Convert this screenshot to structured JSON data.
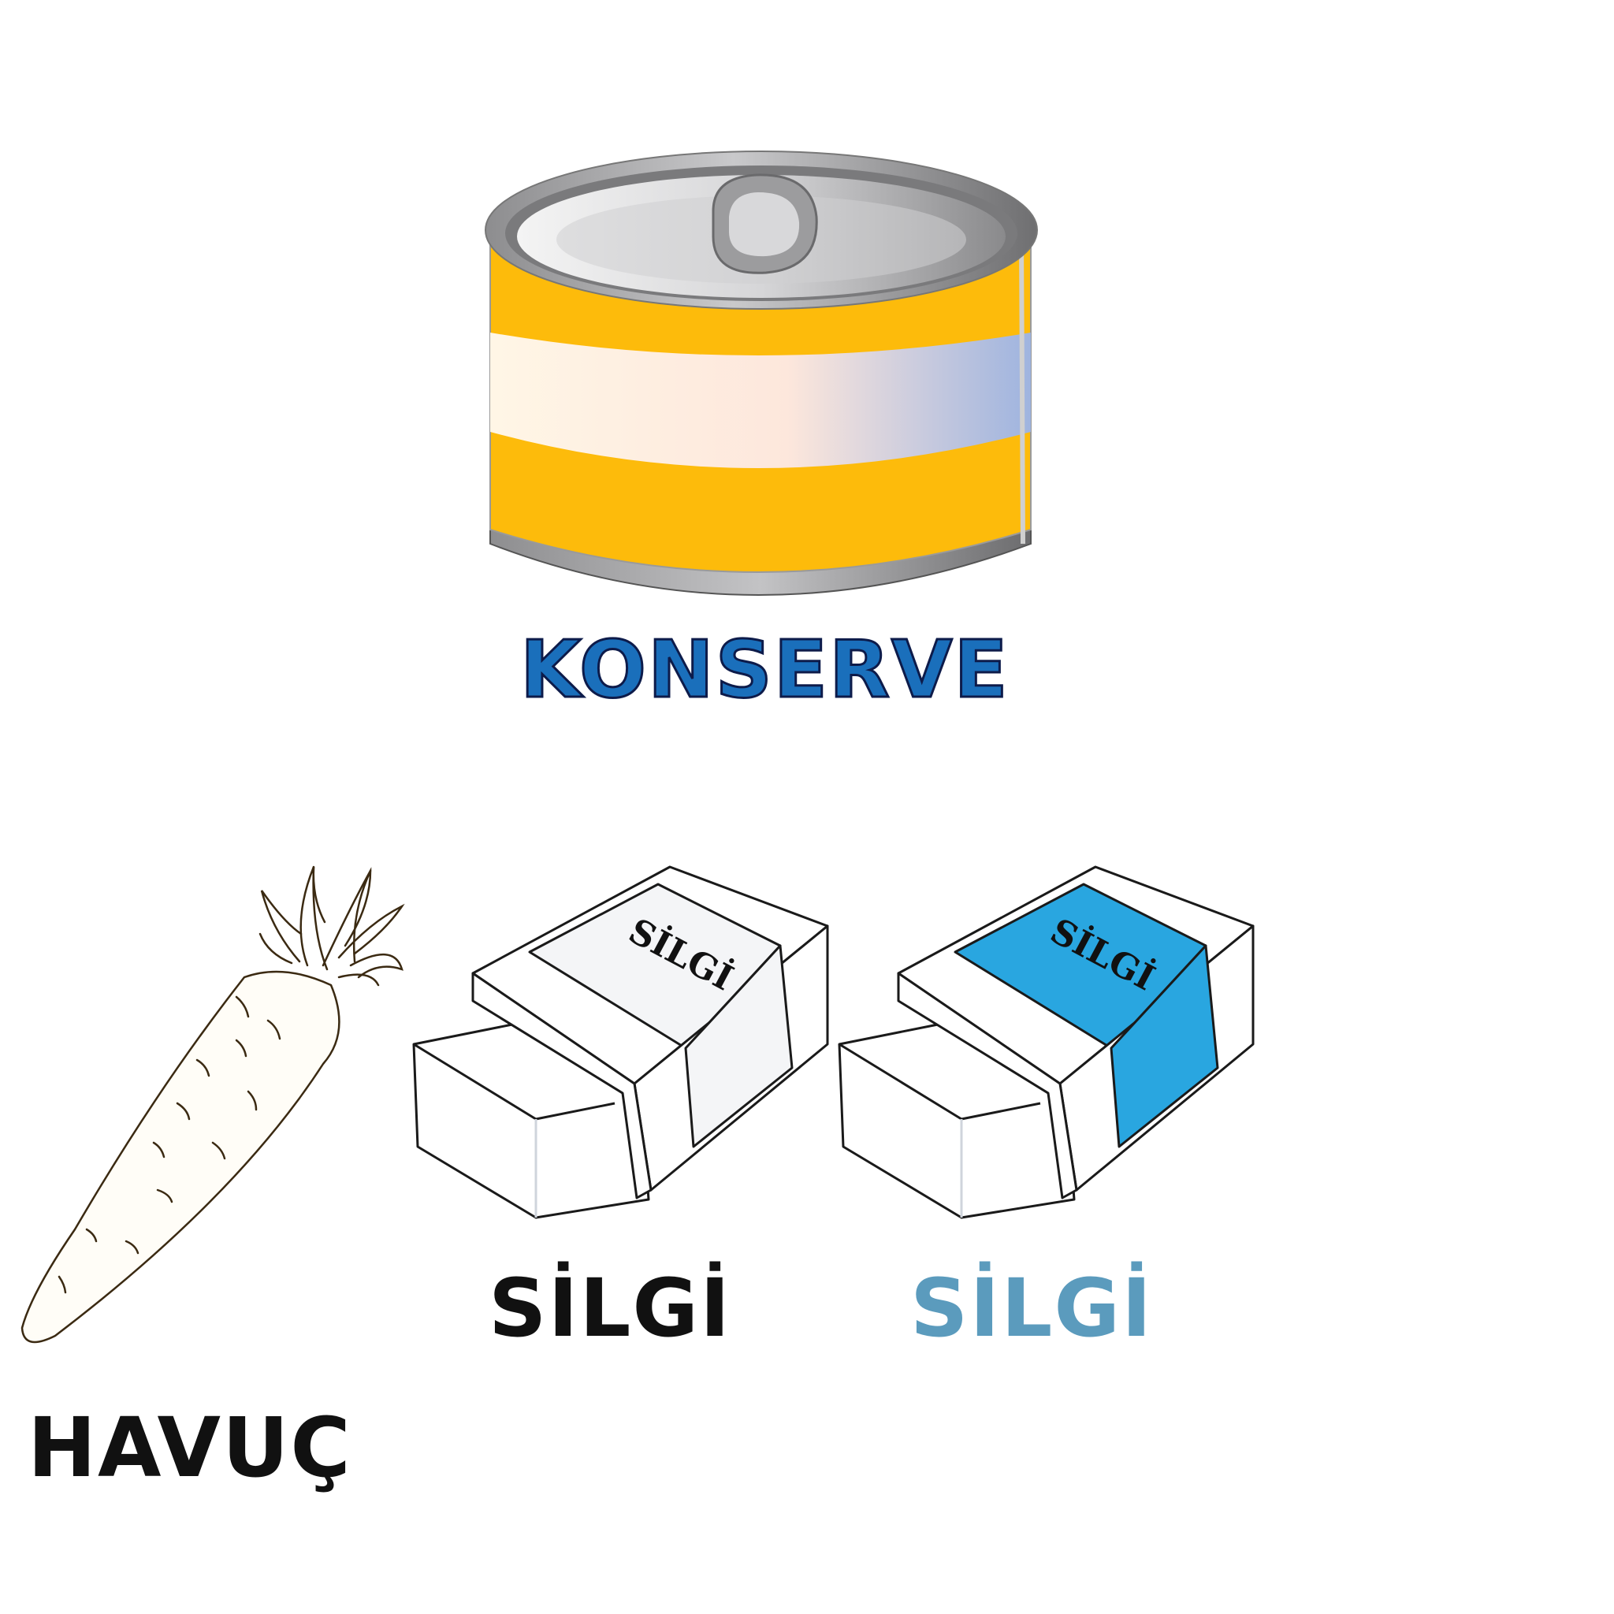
{
  "items": [
    {
      "name": "konserve",
      "label": "KONSERVE",
      "label_color": "#1a6fbb"
    },
    {
      "name": "havuc",
      "label": "HAVUÇ",
      "label_color": "#111111"
    },
    {
      "name": "silgi-plain",
      "label": "SİLGİ",
      "label_color": "#111111",
      "band_color": "#f4f5f7",
      "stamp": "SİLGİ"
    },
    {
      "name": "silgi-blue",
      "label": "SİLGİ",
      "label_color": "#5b9bbd",
      "band_color": "#29a6e0",
      "stamp": "SİLGİ"
    }
  ],
  "colors": {
    "background": "#ffffff",
    "can_label_yellow": "#fdbb0b",
    "can_metal": "#a9a9ab",
    "outline": "#1a1a1a"
  },
  "icons": [
    "tin-can-icon",
    "carrot-icon",
    "eraser-icon",
    "eraser-blue-icon"
  ]
}
